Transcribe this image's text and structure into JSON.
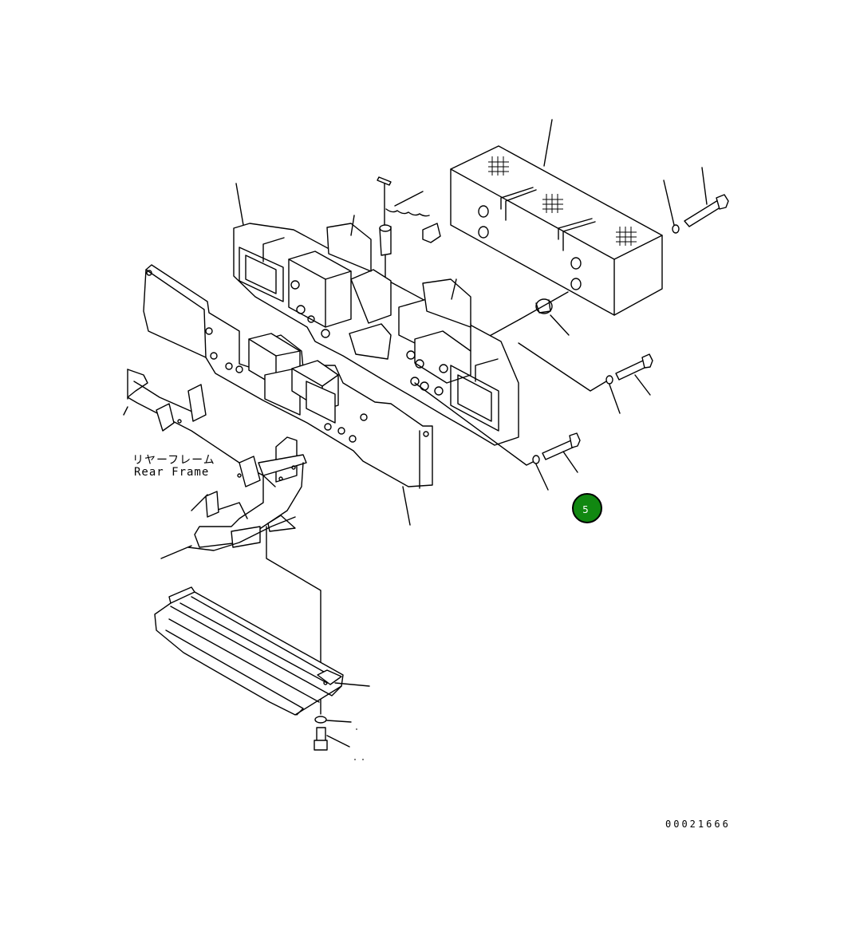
{
  "labels": {
    "rear_frame_jp": "リヤーフレーム",
    "rear_frame_en": "Rear Frame",
    "document_number": "00021666"
  },
  "callout": {
    "number": "5",
    "color": "#118811"
  },
  "colors": {
    "line": "#000000",
    "background": "#ffffff"
  }
}
